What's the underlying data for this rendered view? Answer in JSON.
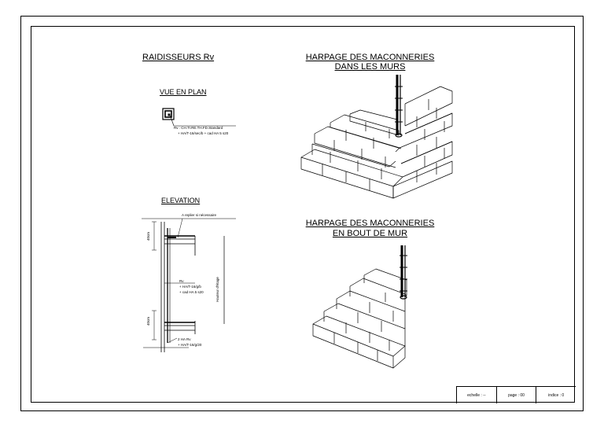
{
  "left": {
    "title": "RAIDISSEURS Rv",
    "plan": {
      "label": "VUE EN PLAN",
      "note1": "Rv : CH.Tr.RE.TH.FD.Standard",
      "note2": "+ HA/T-16/sec/b + cad HA 5 s20"
    },
    "elevation": {
      "label": "ELEVATION",
      "note_top": "A replier si nécessaire",
      "dim_top": "40cm",
      "dim_bottom": "40cm",
      "rv_note1": "Rv",
      "rv_note2": "+ HA/T-16/g/b",
      "rv_note3": "+ cad HA 5 s20",
      "height_label": "Hauteur d'étage",
      "bottom_note1": "2 HA Rv",
      "bottom_note2": "+ HA/T-16/g/20"
    }
  },
  "right": {
    "corner_title_line1": "HARPAGE DES MACONNERIES",
    "corner_title_line2": "DANS LES MURS",
    "end_title_line1": "HARPAGE DES MACONNERIES",
    "end_title_line2": "EN BOUT DE MUR"
  },
  "cartouche": {
    "scale": "echelle : --",
    "page": "page : 00",
    "index": "indice : 0"
  }
}
